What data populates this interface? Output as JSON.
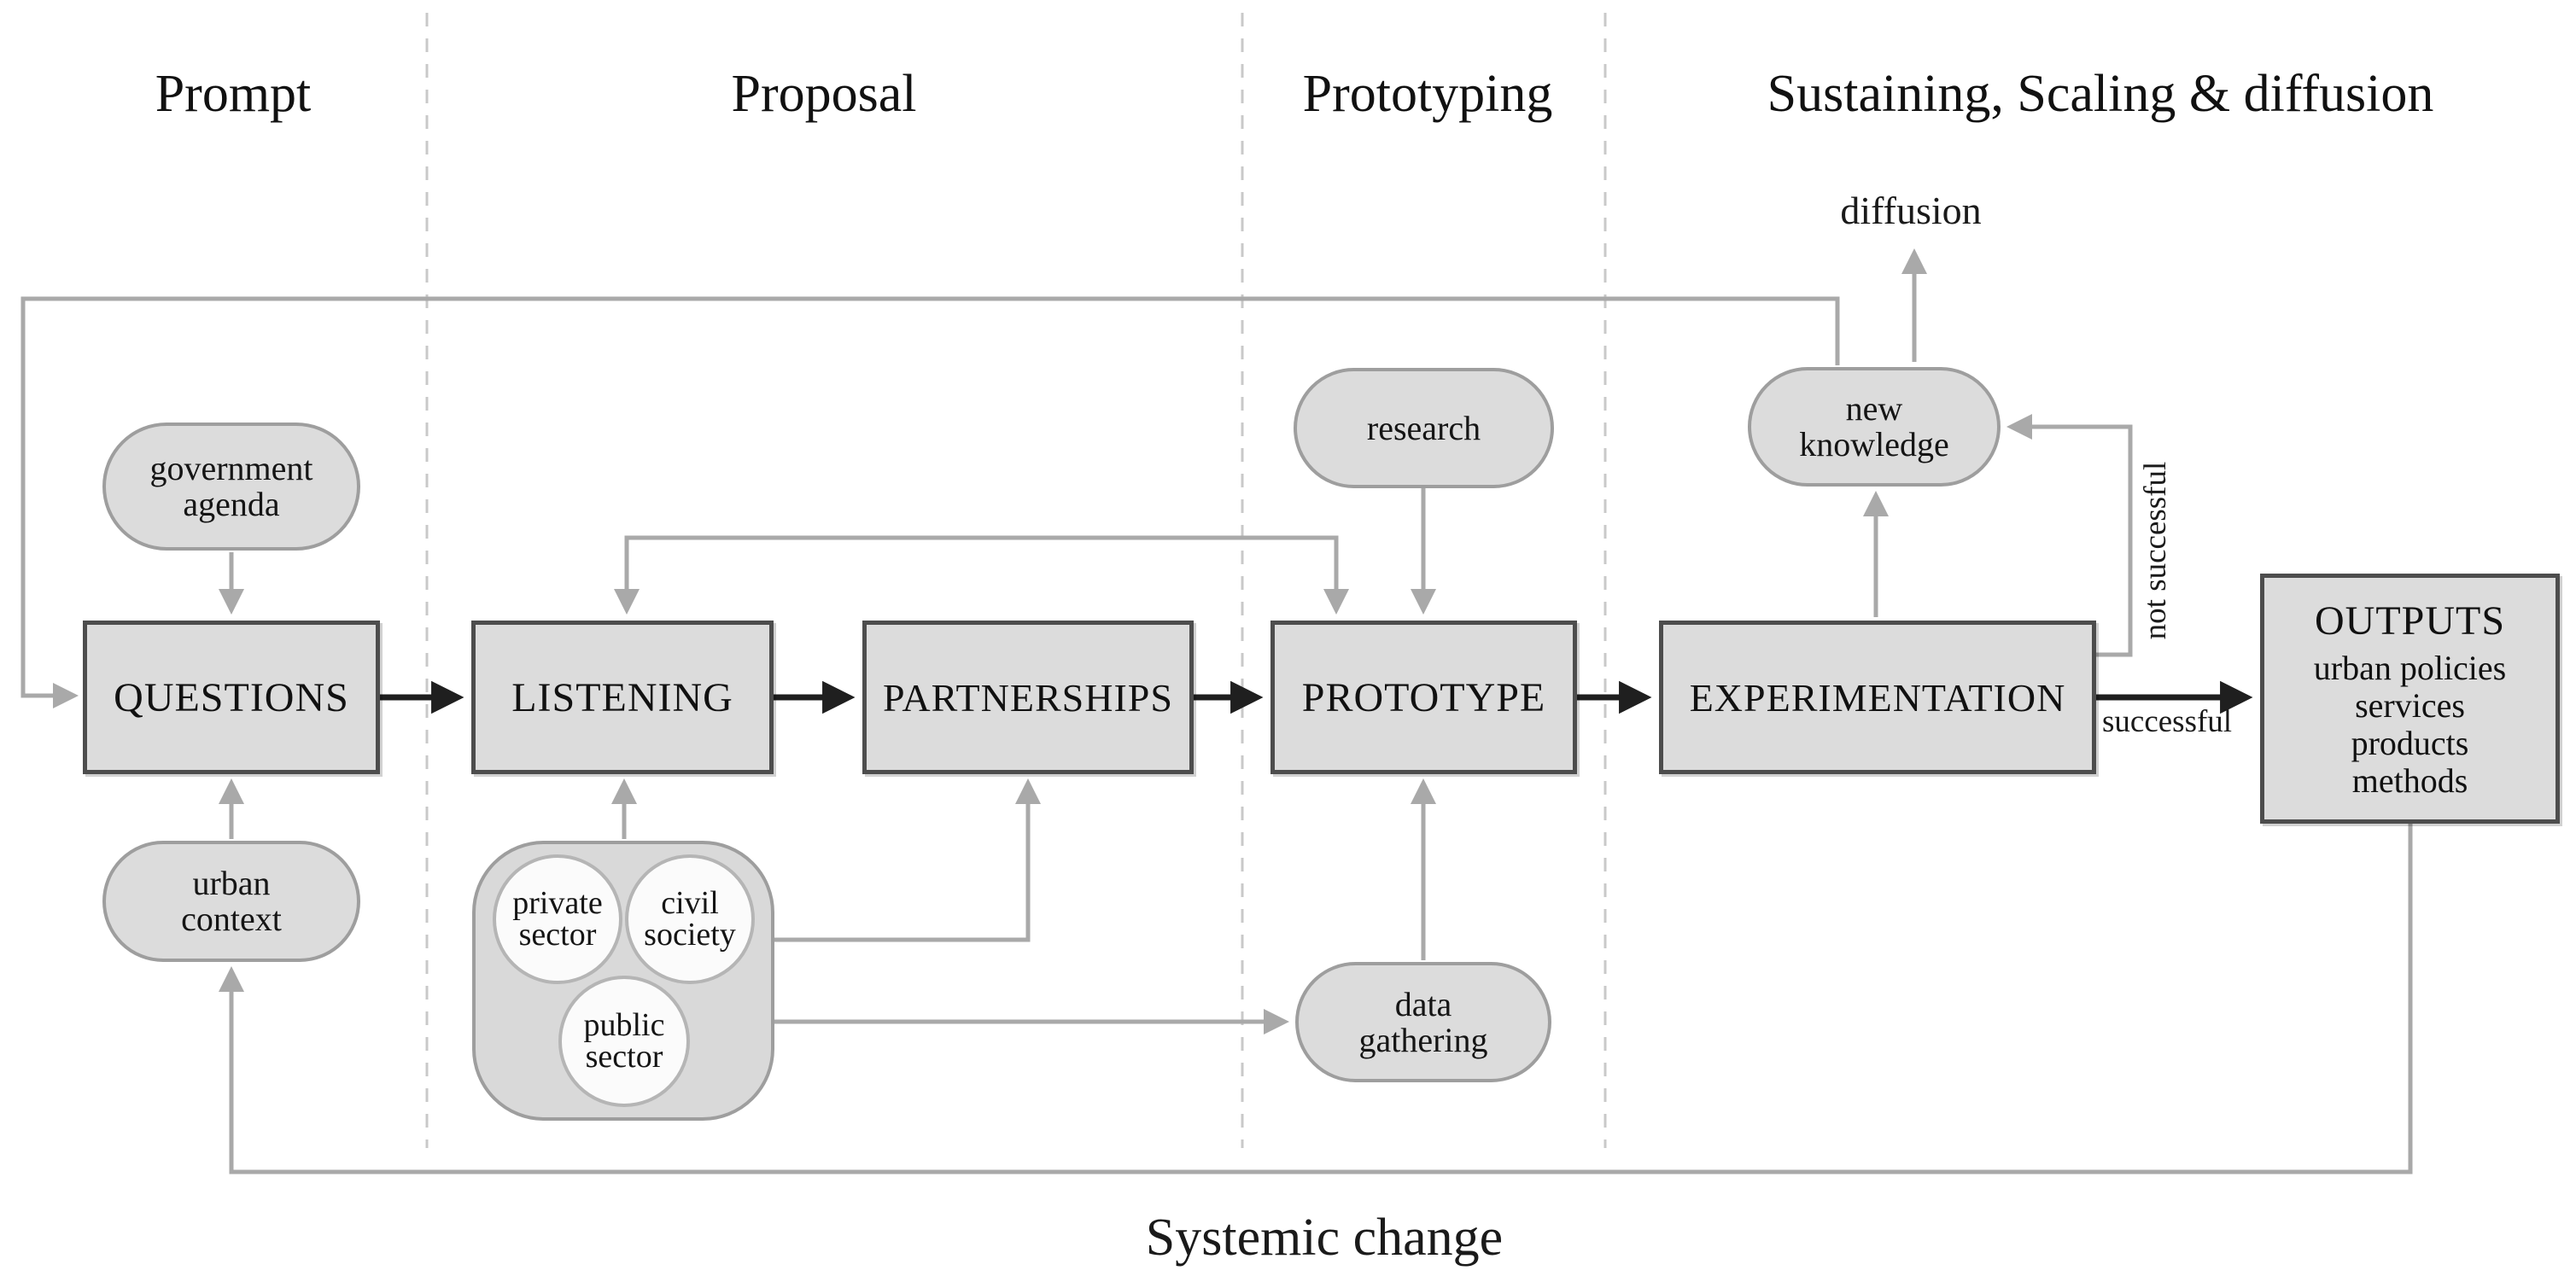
{
  "phases": [
    {
      "label": "Prompt"
    },
    {
      "label": "Proposal"
    },
    {
      "label": "Prototyping"
    },
    {
      "label": "Sustaining, Scaling & diffusion"
    }
  ],
  "stages": {
    "questions": "QUESTIONS",
    "listening": "LISTENING",
    "partnerships": "PARTNERSHIPS",
    "prototype": "PROTOTYPE",
    "experimentation": "EXPERIMENTATION"
  },
  "outputs": {
    "title": "OUTPUTS",
    "items": [
      "urban policies",
      "services",
      "products",
      "methods"
    ]
  },
  "inputs": {
    "government_agenda": "government\nagenda",
    "urban_context": "urban\ncontext",
    "research": "research",
    "data_gathering": "data\ngathering",
    "new_knowledge": "new\nknowledge"
  },
  "stakeholders": {
    "private_sector": "private\nsector",
    "civil_society": "civil\nsociety",
    "public_sector": "public\nsector"
  },
  "edge_labels": {
    "diffusion": "diffusion",
    "not_successful": "not successful",
    "successful": "successful",
    "systemic_change": "Systemic change"
  },
  "colors": {
    "node_fill": "#dcdcdc",
    "node_border": "#4d4d4d",
    "ellipse_border": "#9e9e9e",
    "gray_arrow": "#a9a9a9",
    "black_arrow": "#1f1f1f",
    "phase_divider": "#c9c9c9"
  }
}
